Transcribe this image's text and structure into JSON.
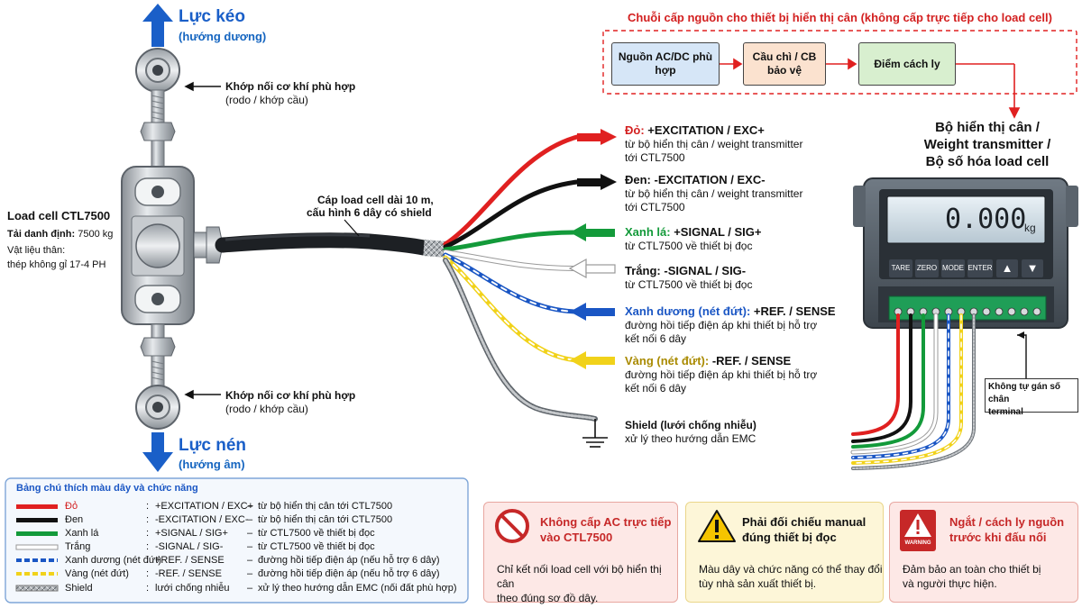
{
  "forces": {
    "pull_title": "Lực kéo",
    "pull_sub": "(hướng dương)",
    "push_title": "Lực nén",
    "push_sub": "(hướng âm)"
  },
  "joints": {
    "top_line1": "Khớp nối cơ khí phù hợp",
    "top_line2": "(rodo / khớp cầu)",
    "bottom_line1": "Khớp nối cơ khí phù hợp",
    "bottom_line2": "(rodo / khớp cầu)"
  },
  "loadcell": {
    "title": "Load cell CTL7500",
    "rated_label": "Tải danh định:",
    "rated_value": "7500 kg",
    "material_label": "Vật liệu thân:",
    "material_value": "thép không gỉ 17-4 PH"
  },
  "cable": {
    "line1": "Cáp load cell dài 10 m,",
    "line2": "cấu hình 6 dây có shield"
  },
  "power_chain": {
    "title": "Chuỗi cấp nguồn cho thiết bị hiển thị cân (không cấp trực tiếp cho load cell)",
    "boxes": [
      "Nguồn AC/DC phù hợp",
      "Cầu chì / CB bảo vệ",
      "Điểm cách ly"
    ],
    "colors": [
      "#d6e6f7",
      "#fbe2cf",
      "#d8efcf"
    ]
  },
  "display": {
    "title1": "Bộ hiển thị cân /",
    "title2": "Weight transmitter /",
    "title3": "Bộ số hóa load cell",
    "reading": "0.000",
    "unit": "kg",
    "buttons": [
      "TARE",
      "ZERO",
      "MODE",
      "ENTER",
      "▲",
      "▼"
    ],
    "terminal_note1": "Không tự gán số chân",
    "terminal_note2": "terminal"
  },
  "wires": [
    {
      "color": "#e02020",
      "head": "Đỏ:",
      "func": "+EXCITATION / EXC+",
      "l1": "từ bộ hiển thị cân / weight transmitter",
      "l2": "tới CTL7500"
    },
    {
      "color": "#111111",
      "head": "Đen:",
      "func": "-EXCITATION / EXC-",
      "l1": "từ bộ hiển thị cân / weight transmitter",
      "l2": "tới CTL7500"
    },
    {
      "color": "#139a3a",
      "head": "Xanh lá:",
      "func": "+SIGNAL / SIG+",
      "l1": "từ CTL7500 về thiết bị đọc",
      "l2": ""
    },
    {
      "color": "#cfcfcf",
      "head": "Trắng:",
      "func": "-SIGNAL / SIG-",
      "l1": "từ CTL7500 về thiết bị đọc",
      "l2": ""
    },
    {
      "color": "#1a56c4",
      "head": "Xanh dương (nét đứt):",
      "func": "+REF. / SENSE",
      "l1": "đường hồi tiếp điện áp khi thiết bị hỗ trợ",
      "l2": "kết nối 6 dây"
    },
    {
      "color": "#f1d21a",
      "head": "Vàng (nét đứt):",
      "func": "-REF. / SENSE",
      "l1": "đường hồi tiếp điện áp khi thiết bị hỗ trợ",
      "l2": "kết nối 6 dây"
    }
  ],
  "shield": {
    "l1": "Shield (lưới chống nhiễu)",
    "l2": "xử lý theo hướng dẫn EMC"
  },
  "legend": {
    "title": "Bảng chú thích màu dây và chức năng",
    "rows": [
      {
        "name": "Đỏ",
        "func": "+EXCITATION / EXC+",
        "desc": "từ bộ hiển thị cân tới CTL7500"
      },
      {
        "name": "Đen",
        "func": "-EXCITATION / EXC-",
        "desc": "từ bộ hiển thị cân tới CTL7500"
      },
      {
        "name": "Xanh lá",
        "func": "+SIGNAL / SIG+",
        "desc": "từ CTL7500 về thiết bị đọc"
      },
      {
        "name": "Trắng",
        "func": "-SIGNAL / SIG-",
        "desc": "từ CTL7500 về thiết bị đọc"
      },
      {
        "name": "Xanh dương (nét đứt)",
        "func": "+REF. / SENSE",
        "desc": "đường hồi tiếp điện áp (nếu hỗ trợ 6 dây)"
      },
      {
        "name": "Vàng (nét đứt)",
        "func": "-REF. / SENSE",
        "desc": "đường hồi tiếp điện áp (nếu hỗ trợ 6 dây)"
      },
      {
        "name": "Shield",
        "func": "lưới chống nhiễu",
        "desc": "xử lý theo hướng dẫn EMC (nối đất phù hợp)"
      }
    ]
  },
  "warnings": [
    {
      "l1": "Không cấp AC trực tiếp",
      "l2": "vào CTL7500",
      "b1": "Chỉ kết nối load cell với bộ hiển thị cân",
      "b2": "theo đúng sơ đồ dây.",
      "bg": "#fde8e6",
      "border": "#e8a7a0",
      "title_color": "#c62828"
    },
    {
      "l1": "Phải đối chiếu manual",
      "l2": "đúng thiết bị đọc",
      "b1": "Màu dây và chức năng có thể thay đổi",
      "b2": "tùy nhà sản xuất thiết bị.",
      "bg": "#fdf6d8",
      "border": "#ead68a",
      "title_color": "#111111"
    },
    {
      "l1": "Ngắt / cách ly nguồn",
      "l2": "trước khi đấu nối",
      "b1": "Đảm bảo an toàn cho thiết bị",
      "b2": "và người thực hiện.",
      "bg": "#fde8e6",
      "border": "#e8a7a0",
      "title_color": "#c62828",
      "badge": "WARNING"
    }
  ]
}
